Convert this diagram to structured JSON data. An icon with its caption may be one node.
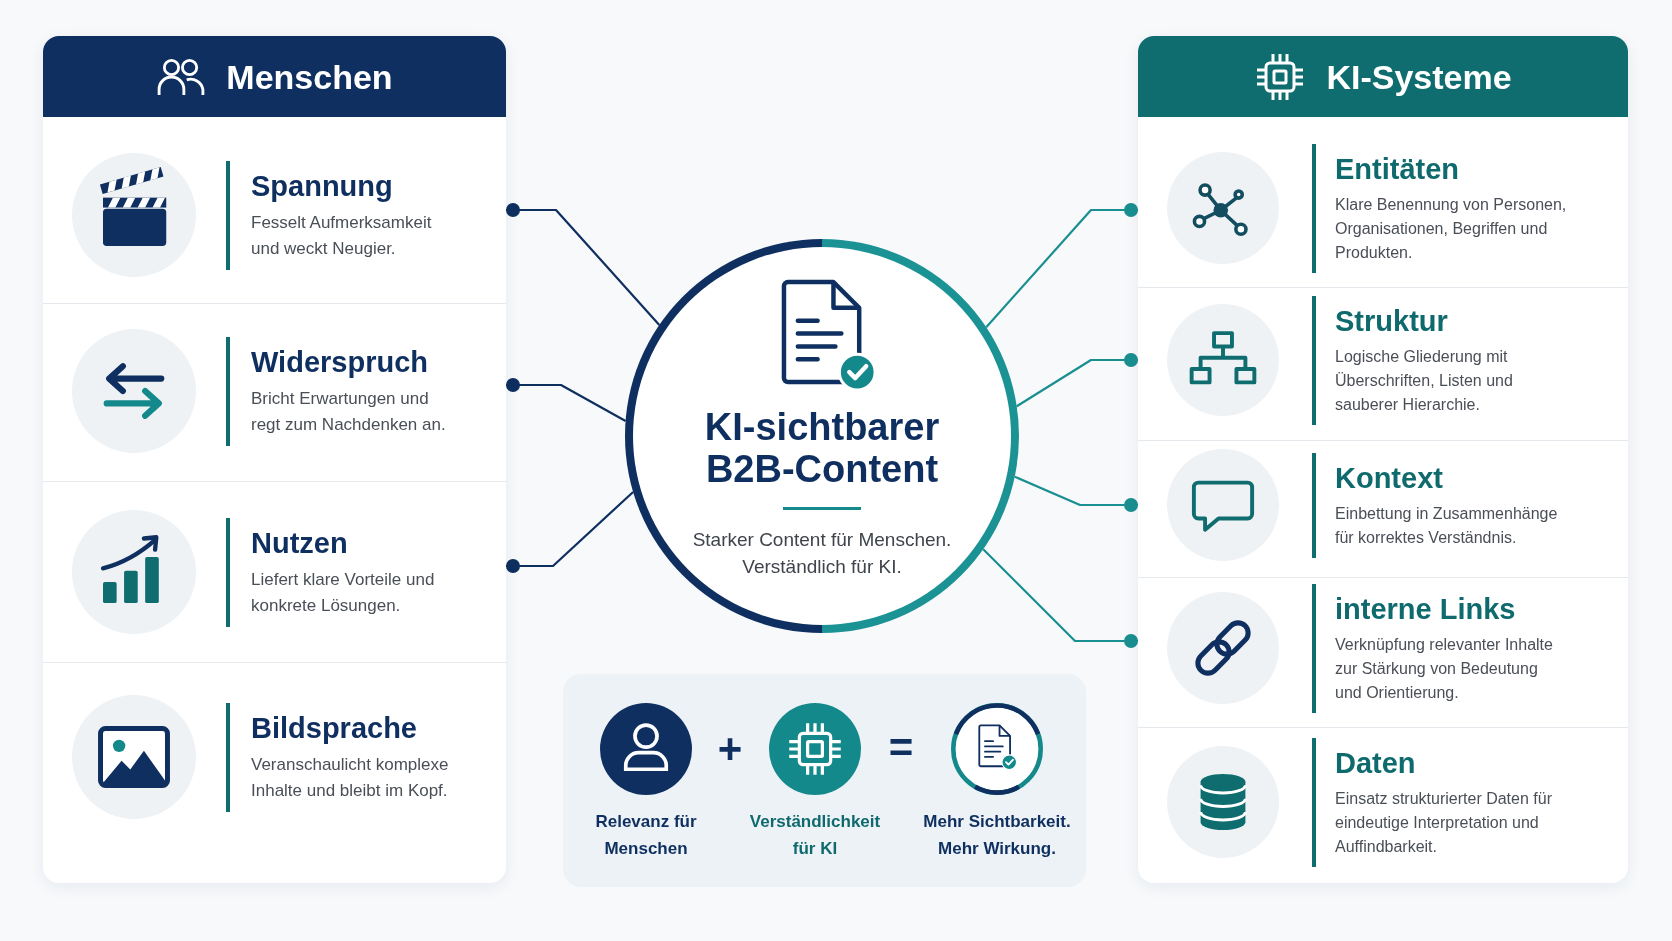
{
  "diagram": {
    "nodes": [
      {
        "text": [
          "Menschen"
        ]
      },
      {
        "text": [
          "Spannung",
          "Fesselt Aufmerksamkeit und weckt Neugier."
        ],
        "in": 0
      },
      {
        "text": [
          "Widerspruch",
          "Bricht Erwartungen und regt zum Nachdenken an."
        ],
        "in": 0
      },
      {
        "text": [
          "Nutzen",
          "Liefert klare Vorteile und konkrete Lösungen."
        ],
        "in": 0
      },
      {
        "text": [
          "Bildsprache",
          "Veranschaulicht komplexe Inhalte und bleibt im Kopf."
        ],
        "in": 0
      },
      {
        "text": [
          "KI-sichtbarer B2B-Content",
          "Starker Content für Menschen. Verständlich für KI."
        ]
      },
      {
        "text": [
          "KI-Systeme"
        ]
      },
      {
        "text": [
          "Entitäten",
          "Klare Benennung von Personen, Organisationen, Begriffen und Produkten."
        ],
        "in": 6
      },
      {
        "text": [
          "Struktur",
          "Logische Gliederung mit Überschriften, Listen und sauberer Hierarchie."
        ],
        "in": 6
      },
      {
        "text": [
          "Kontext",
          "Einbettung in Zusammenhänge für korrektes Verständnis."
        ],
        "in": 6
      },
      {
        "text": [
          "interne Links",
          "Verknüpfung relevanter Inhalte zur Stärkung von Bedeutung und Orientierung."
        ],
        "in": 6
      },
      {
        "text": [
          "Daten",
          "Einsatz strukturierter Daten für eindeutige Interpretation und Auffindbarkeit."
        ],
        "in": 6
      },
      {
        "text": [],
        "shape": "box"
      },
      {
        "text": [
          "Relevanz für Menschen"
        ],
        "in": 12
      },
      {
        "text": [
          "Verständlichkeit für KI"
        ],
        "in": 12
      },
      {
        "text": [
          "Mehr Sichtbarkeit. Mehr Wirkung."
        ],
        "in": 12
      }
    ],
    "edges": [
      {
        "from": 1,
        "to": 5,
        "arrow": "other",
        "color": "#0e2f5f"
      },
      {
        "from": 2,
        "to": 5,
        "arrow": "other",
        "color": "#0e2f5f"
      },
      {
        "from": 3,
        "to": 5,
        "arrow": "other",
        "color": "#0e2f5f"
      },
      {
        "from": 7,
        "to": 5,
        "arrow": "other"
      },
      {
        "from": 8,
        "to": 5,
        "arrow": "other"
      },
      {
        "from": 9,
        "to": 5,
        "arrow": "other"
      },
      {
        "from": 10,
        "to": 5,
        "arrow": "other"
      }
    ],
    "labels": [
      "+",
      "="
    ]
  }
}
